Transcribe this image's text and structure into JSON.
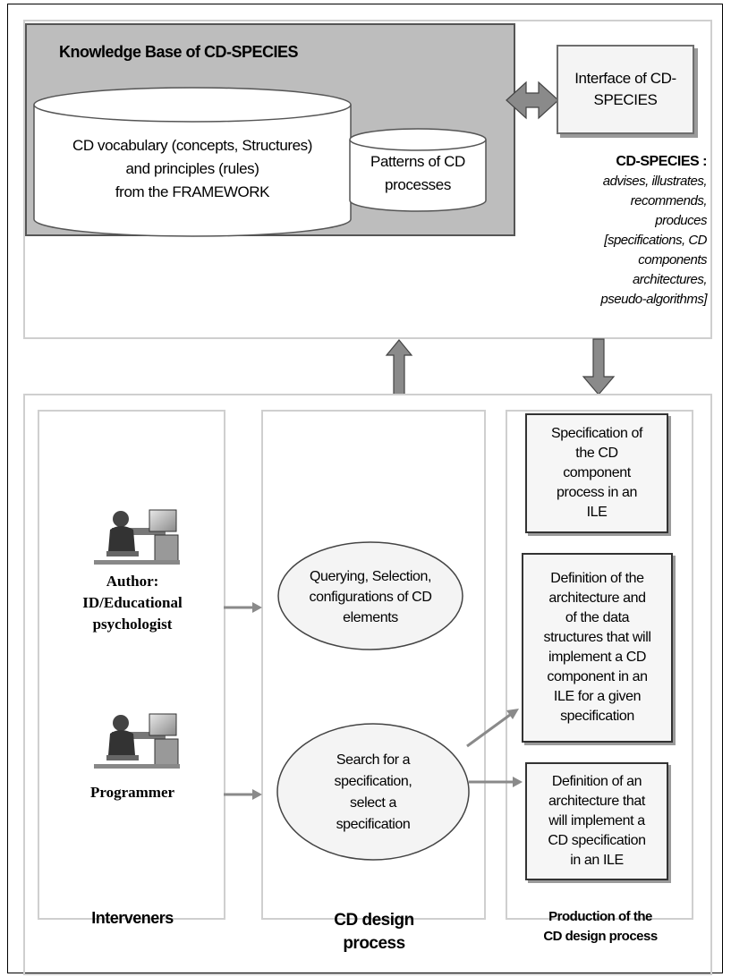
{
  "knowledge_base": {
    "title": "Knowledge Base of  CD-SPECIES",
    "vocabulary": [
      "CD vocabulary (concepts, Structures)",
      "and principles (rules)",
      "from the FRAMEWORK"
    ],
    "patterns": [
      "Patterns of CD",
      "processes"
    ]
  },
  "interface": {
    "lines": [
      "Interface of CD-",
      "SPECIES"
    ]
  },
  "species": {
    "heading": "CD-SPECIES :",
    "lines": [
      "advises, illustrates,",
      "recommends,",
      "produces",
      "[specifications, CD",
      "components",
      "architectures,",
      "pseudo-algorithms]"
    ]
  },
  "actors": {
    "author": [
      "Author:",
      "ID/Educational",
      "psychologist"
    ],
    "programmer": "Programmer"
  },
  "process": {
    "querying": [
      "Querying, Selection,",
      "configurations of CD",
      "elements"
    ],
    "search": [
      "Search for a",
      "specification,",
      "select a",
      "specification"
    ]
  },
  "outputs": [
    [
      "Specification of",
      "the CD",
      "component",
      "process in an",
      "ILE"
    ],
    [
      "Definition of the",
      "architecture and",
      "of the data",
      "structures that will",
      "implement a CD",
      "component in an",
      "ILE for a given",
      "specification"
    ],
    [
      "Definition of an",
      "architecture that",
      "will implement a",
      "CD specification",
      "in an ILE"
    ]
  ],
  "footer": {
    "interveners": "Interveners",
    "design": [
      "CD design",
      "process"
    ],
    "production": [
      "Production of the",
      "CD design process"
    ]
  }
}
